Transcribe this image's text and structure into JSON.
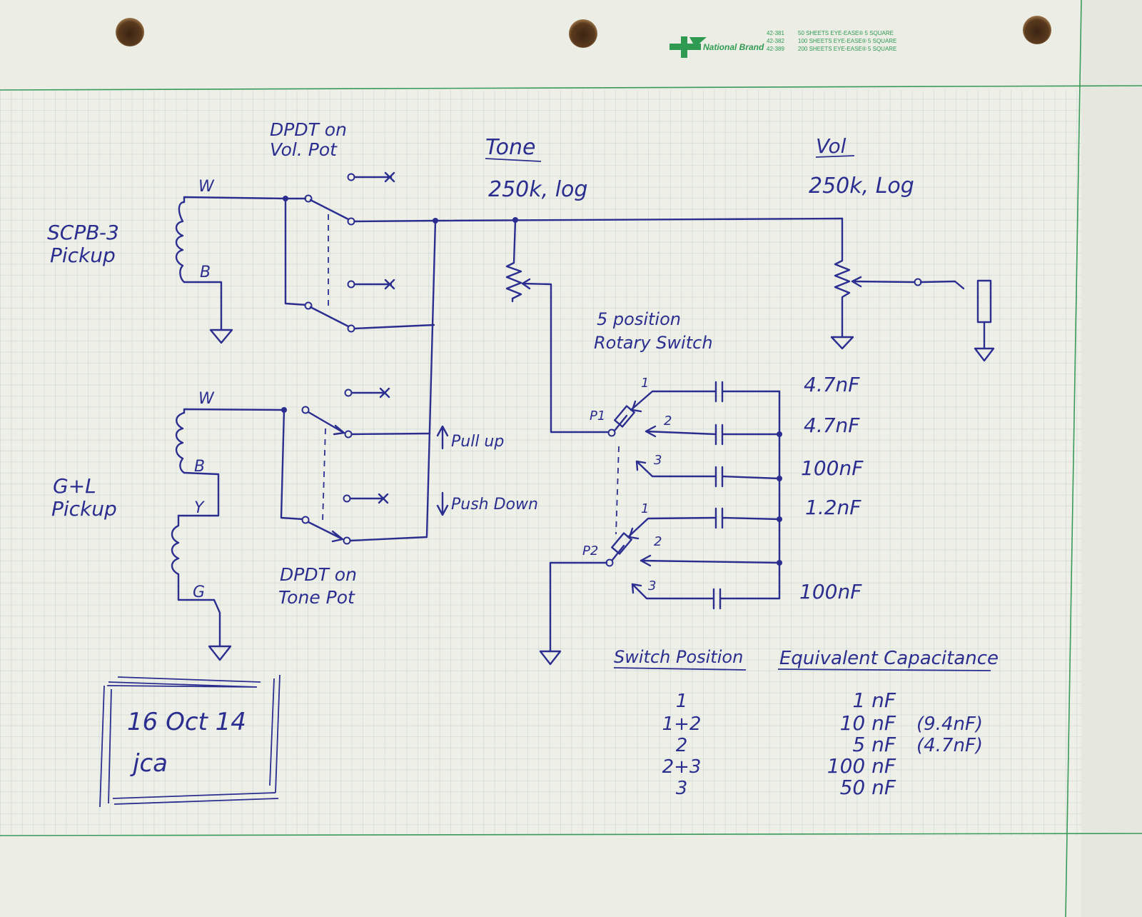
{
  "brand": {
    "name": "National Brand",
    "sheets": [
      {
        "code": "42-381",
        "desc": "50 SHEETS EYE-EASE® 5 SQUARE"
      },
      {
        "code": "42-382",
        "desc": "100 SHEETS EYE-EASE® 5 SQUARE"
      },
      {
        "code": "42-389",
        "desc": "200 SHEETS EYE-EASE® 5 SQUARE"
      }
    ]
  },
  "labels": {
    "dpdt_vol_1": "DPDT on",
    "dpdt_vol_2": "Vol. Pot",
    "tone_title": "Tone",
    "tone_value": "250k, log",
    "vol_title": "Vol",
    "vol_value": "250k, Log",
    "pickup1_1": "SCPB-3",
    "pickup1_2": "Pickup",
    "pickup2_1": "G+L",
    "pickup2_2": "Pickup",
    "wire_w1": "W",
    "wire_b1": "B",
    "wire_w2": "W",
    "wire_b2": "B",
    "wire_y2": "Y",
    "wire_g2": "G",
    "rotary_1": "5 position",
    "rotary_2": "Rotary Switch",
    "pull_up": "Pull up",
    "push_down": "Push Down",
    "dpdt_tone_1": "DPDT on",
    "dpdt_tone_2": "Tone Pot",
    "p1": "P1",
    "p2": "P2",
    "p1_pos1": "1",
    "p1_pos2": "2",
    "p1_pos3": "3",
    "p2_pos1": "1",
    "p2_pos2": "2",
    "p2_pos3": "3",
    "date": "16 Oct 14",
    "initials": "jca"
  },
  "capacitors": [
    "4.7nF",
    "4.7nF",
    "100nF",
    "1.2nF",
    "100nF"
  ],
  "table": {
    "headers": [
      "Switch Position",
      "Equivalent Capacitance"
    ],
    "rows": [
      {
        "position": "1",
        "capacitance": "1 nF",
        "note": ""
      },
      {
        "position": "1+2",
        "capacitance": "10 nF",
        "note": "(9.4nF)"
      },
      {
        "position": "2",
        "capacitance": "5 nF",
        "note": "(4.7nF)"
      },
      {
        "position": "2+3",
        "capacitance": "100 nF",
        "note": ""
      },
      {
        "position": "3",
        "capacitance": "50 nF",
        "note": ""
      }
    ]
  }
}
